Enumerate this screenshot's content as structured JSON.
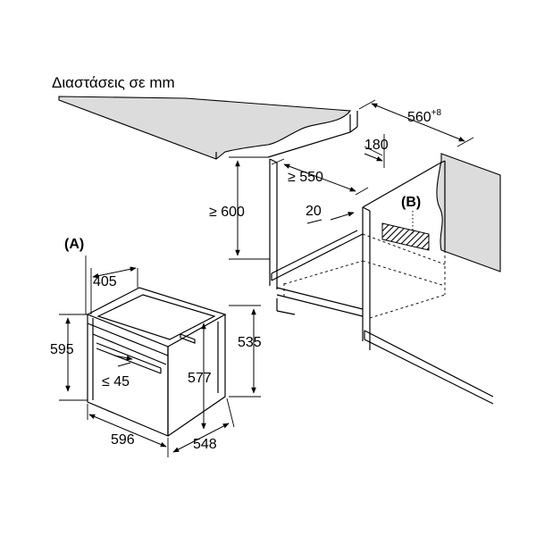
{
  "title": "Διαστάσεις σε mm",
  "labels": {
    "A": "(A)",
    "B": "(B)"
  },
  "dimensions": {
    "worktop_depth": "560",
    "worktop_depth_sup": "+8",
    "vent_gap": "180",
    "niche_depth": "≥ 550",
    "niche_height": "≥ 600",
    "rear_gap": "20",
    "oven_top_depth": "405",
    "oven_height": "595",
    "oven_side_height": "535",
    "door_panel_height": "577",
    "handle_depth": "≤ 45",
    "oven_width": "596",
    "oven_depth": "548"
  },
  "colors": {
    "line": "#000000",
    "worktop": "#dcdcdc",
    "background": "#ffffff"
  }
}
